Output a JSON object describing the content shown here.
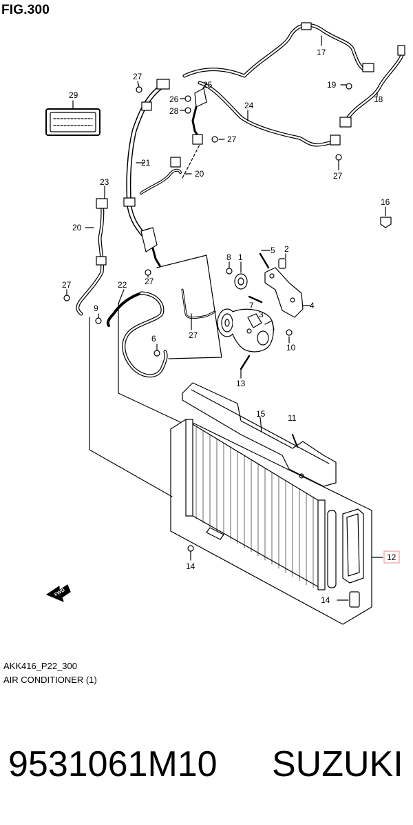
{
  "figure": {
    "title": "FIG.300"
  },
  "callouts": [
    "29",
    "27",
    "26",
    "28",
    "25",
    "17",
    "19",
    "18",
    "24",
    "27",
    "21",
    "20",
    "23",
    "20",
    "27",
    "16",
    "8",
    "1",
    "5",
    "2",
    "22",
    "27",
    "27",
    "9",
    "7",
    "3",
    "4",
    "27",
    "6",
    "10",
    "13",
    "15",
    "11",
    "12",
    "14"
  ],
  "footer": {
    "code": "AKK416_P22_300",
    "description": "AIR CONDITIONER (1)"
  },
  "fwd_label": "FWD",
  "part_number": "9531061M10",
  "brand": "SUZUKI"
}
